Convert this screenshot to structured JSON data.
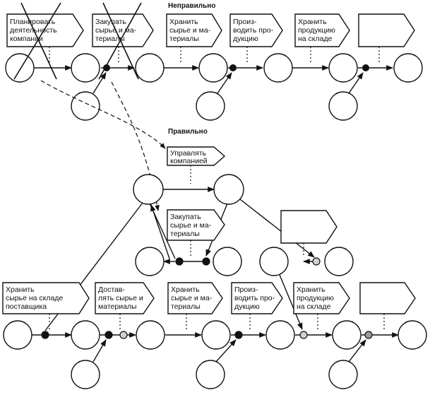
{
  "headings": {
    "wrong": "Неправильно",
    "right": "Правильно"
  },
  "labels": {
    "top_plan": [
      "Планировать",
      "деятельность",
      "компании"
    ],
    "top_buy": [
      "Закупать",
      "сырье и ма-",
      "териалы"
    ],
    "top_store": [
      "Хранить",
      "сырье и ма-",
      "териалы"
    ],
    "top_produce": [
      "Произ-",
      "водить про-",
      "дукцию"
    ],
    "top_store_product": [
      "Хранить",
      "продукцию",
      "на складе"
    ],
    "top_empty": [],
    "mid_manage": [
      "Управлять",
      "компанией"
    ],
    "mid_buy": [
      "Закупать",
      "сырье и ма-",
      "териалы"
    ],
    "mid_empty": [],
    "bot_supplier": [
      "Хранить",
      "сырье на складе",
      "поставщика"
    ],
    "bot_deliver": [
      "Достав-",
      "лять сырье и",
      "материалы"
    ],
    "bot_store": [
      "Хранить",
      "сырье и ма-",
      "териалы"
    ],
    "bot_produce": [
      "Произ-",
      "водить про-",
      "дукцию"
    ],
    "bot_store_product": [
      "Хранить",
      "продукцию",
      "на складе"
    ],
    "bot_empty": []
  },
  "colors": {
    "stroke": "#111111",
    "background": "#ffffff",
    "junction_black": "#111111",
    "junction_grey": "#9a9a9a",
    "junction_light": "#d0d0d0"
  }
}
